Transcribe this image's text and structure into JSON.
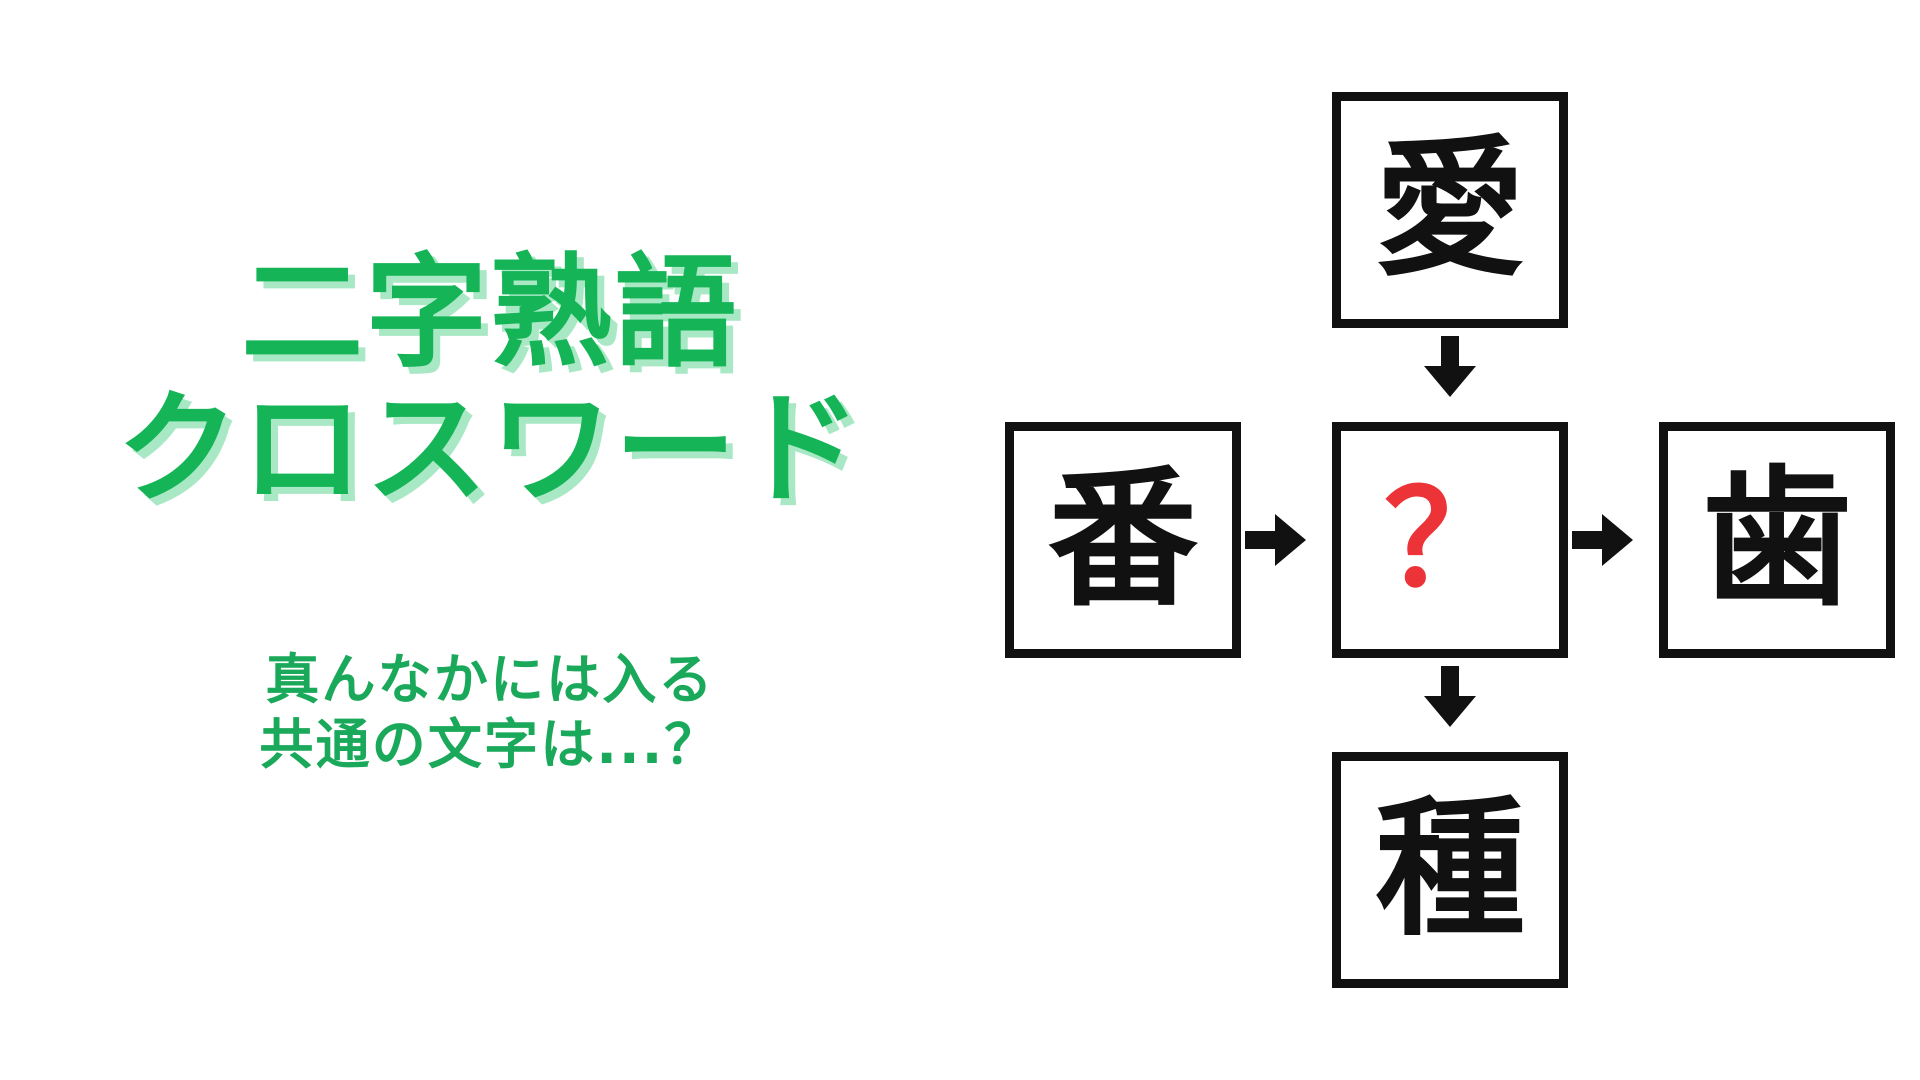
{
  "background_color": "#ffffff",
  "title": {
    "line1": "二字熟語",
    "line2": "クロスワード",
    "color": "#14b457",
    "shadow_color": "#a9e8c4"
  },
  "subtitle": {
    "line1": "真んなかには入る",
    "line2": "共通の文字は...？",
    "color": "#1aa85a"
  },
  "puzzle": {
    "cells": {
      "top": {
        "label": "愛",
        "color": "#111111"
      },
      "left": {
        "label": "番",
        "color": "#111111"
      },
      "center": {
        "label": "？",
        "color": "#ec3337"
      },
      "right": {
        "label": "歯",
        "color": "#111111"
      },
      "bottom": {
        "label": "種",
        "color": "#111111"
      }
    },
    "arrows": [
      {
        "name": "arrow-top-to-center",
        "direction": "down"
      },
      {
        "name": "arrow-left-to-center",
        "direction": "right"
      },
      {
        "name": "arrow-center-to-right",
        "direction": "right"
      },
      {
        "name": "arrow-center-to-bottom",
        "direction": "down"
      }
    ],
    "border_color": "#111111"
  }
}
